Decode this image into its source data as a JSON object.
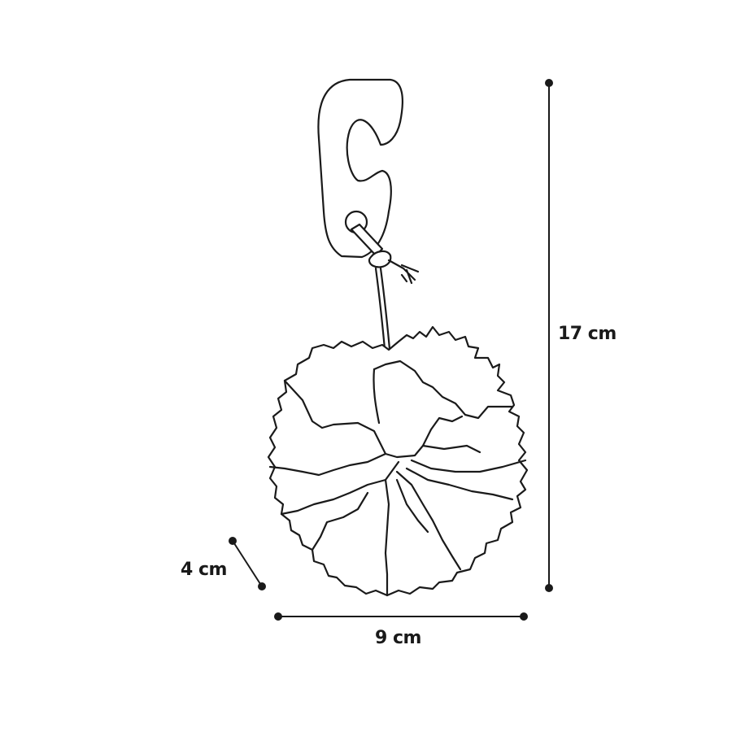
{
  "dimensions": {
    "height": "17 cm",
    "width": "9 cm",
    "depth": "4 cm"
  },
  "colors": {
    "line": "#1a1a1a",
    "background": "#ffffff"
  }
}
